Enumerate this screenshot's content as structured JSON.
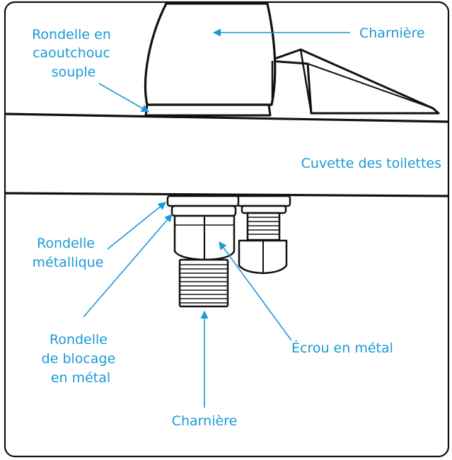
{
  "labels": {
    "rubber_washer": [
      "Rondelle en",
      "caoutchouc",
      "souple"
    ],
    "hinge_top": "Charnière",
    "bowl": "Cuvette des toilettes",
    "metal_washer": [
      "Rondelle",
      "métallique"
    ],
    "lock_washer": [
      "Rondelle",
      "de blocage",
      "en métal"
    ],
    "metal_nut": "Écrou en métal",
    "hinge_bottom": "Charnière"
  },
  "colors": {
    "accent": "#1a9ad6",
    "ink": "#111111"
  }
}
